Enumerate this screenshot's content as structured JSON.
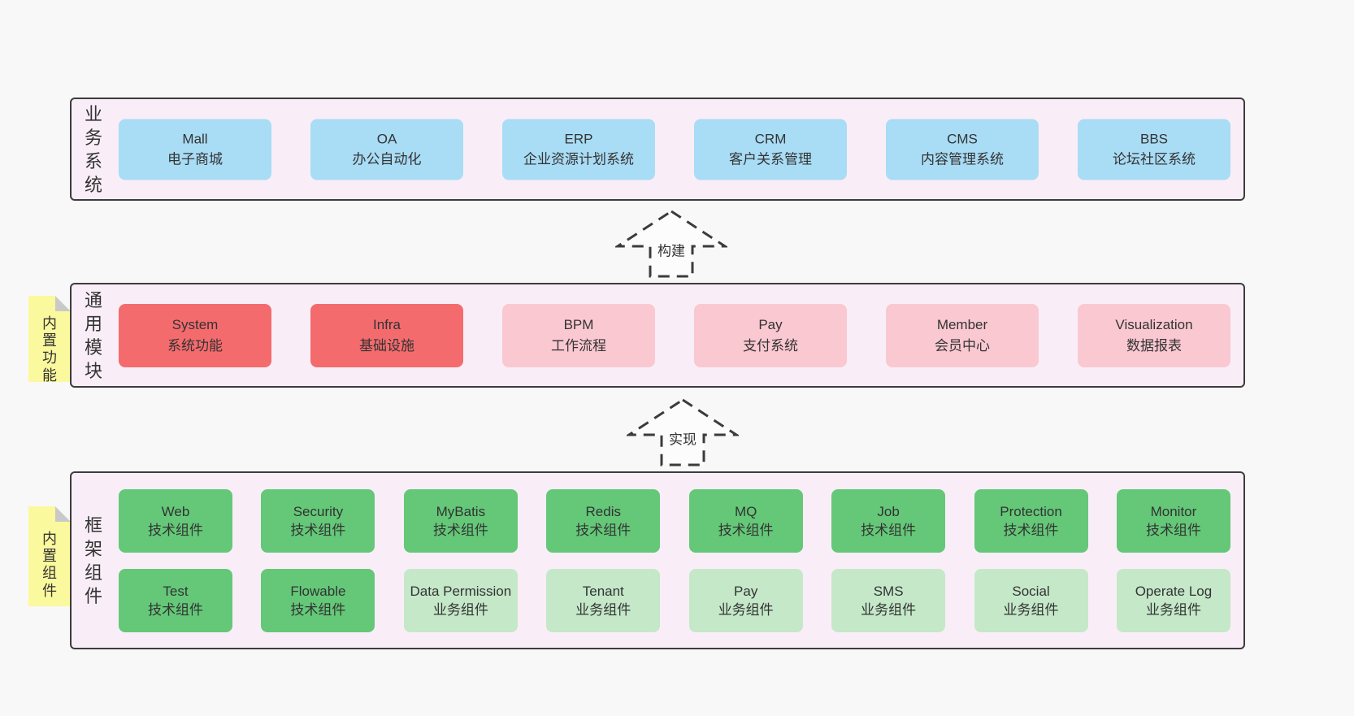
{
  "colors": {
    "page_bg": "#f8f8f8",
    "layer_bg": "#f9eef7",
    "layer_border": "#3c3c3c",
    "blue_box": "#a9dcf5",
    "red_box": "#f46b6e",
    "pink_box": "#fac8d1",
    "green_box": "#64c878",
    "light_green_box": "#c4e8c8",
    "sticky_note": "#fbf99d",
    "note_fold": "#c9c9c9",
    "text": "#333333"
  },
  "arrows": [
    {
      "label": "构建"
    },
    {
      "label": "实现"
    }
  ],
  "layers": [
    {
      "label": "业务系统",
      "boxes": [
        {
          "title": "Mall",
          "subtitle": "电子商城"
        },
        {
          "title": "OA",
          "subtitle": "办公自动化"
        },
        {
          "title": "ERP",
          "subtitle": "企业资源计划系统"
        },
        {
          "title": "CRM",
          "subtitle": "客户关系管理"
        },
        {
          "title": "CMS",
          "subtitle": "内容管理系统"
        },
        {
          "title": "BBS",
          "subtitle": "论坛社区系统"
        }
      ]
    },
    {
      "label": "通用模块",
      "note": "内置功能",
      "boxes": [
        {
          "title": "System",
          "subtitle": "系统功能"
        },
        {
          "title": "Infra",
          "subtitle": "基础设施"
        },
        {
          "title": "BPM",
          "subtitle": "工作流程"
        },
        {
          "title": "Pay",
          "subtitle": "支付系统"
        },
        {
          "title": "Member",
          "subtitle": "会员中心"
        },
        {
          "title": "Visualization",
          "subtitle": "数据报表"
        }
      ]
    },
    {
      "label": "框架组件",
      "note": "内置组件",
      "rows": [
        [
          {
            "title": "Web",
            "subtitle": "技术组件"
          },
          {
            "title": "Security",
            "subtitle": "技术组件"
          },
          {
            "title": "MyBatis",
            "subtitle": "技术组件"
          },
          {
            "title": "Redis",
            "subtitle": "技术组件"
          },
          {
            "title": "MQ",
            "subtitle": "技术组件"
          },
          {
            "title": "Job",
            "subtitle": "技术组件"
          },
          {
            "title": "Protection",
            "subtitle": "技术组件"
          },
          {
            "title": "Monitor",
            "subtitle": "技术组件"
          }
        ],
        [
          {
            "title": "Test",
            "subtitle": "技术组件"
          },
          {
            "title": "Flowable",
            "subtitle": "技术组件"
          },
          {
            "title": "Data Permission",
            "subtitle": "业务组件"
          },
          {
            "title": "Tenant",
            "subtitle": "业务组件"
          },
          {
            "title": "Pay",
            "subtitle": "业务组件"
          },
          {
            "title": "SMS",
            "subtitle": "业务组件"
          },
          {
            "title": "Social",
            "subtitle": "业务组件"
          },
          {
            "title": "Operate Log",
            "subtitle": "业务组件"
          }
        ]
      ]
    }
  ]
}
